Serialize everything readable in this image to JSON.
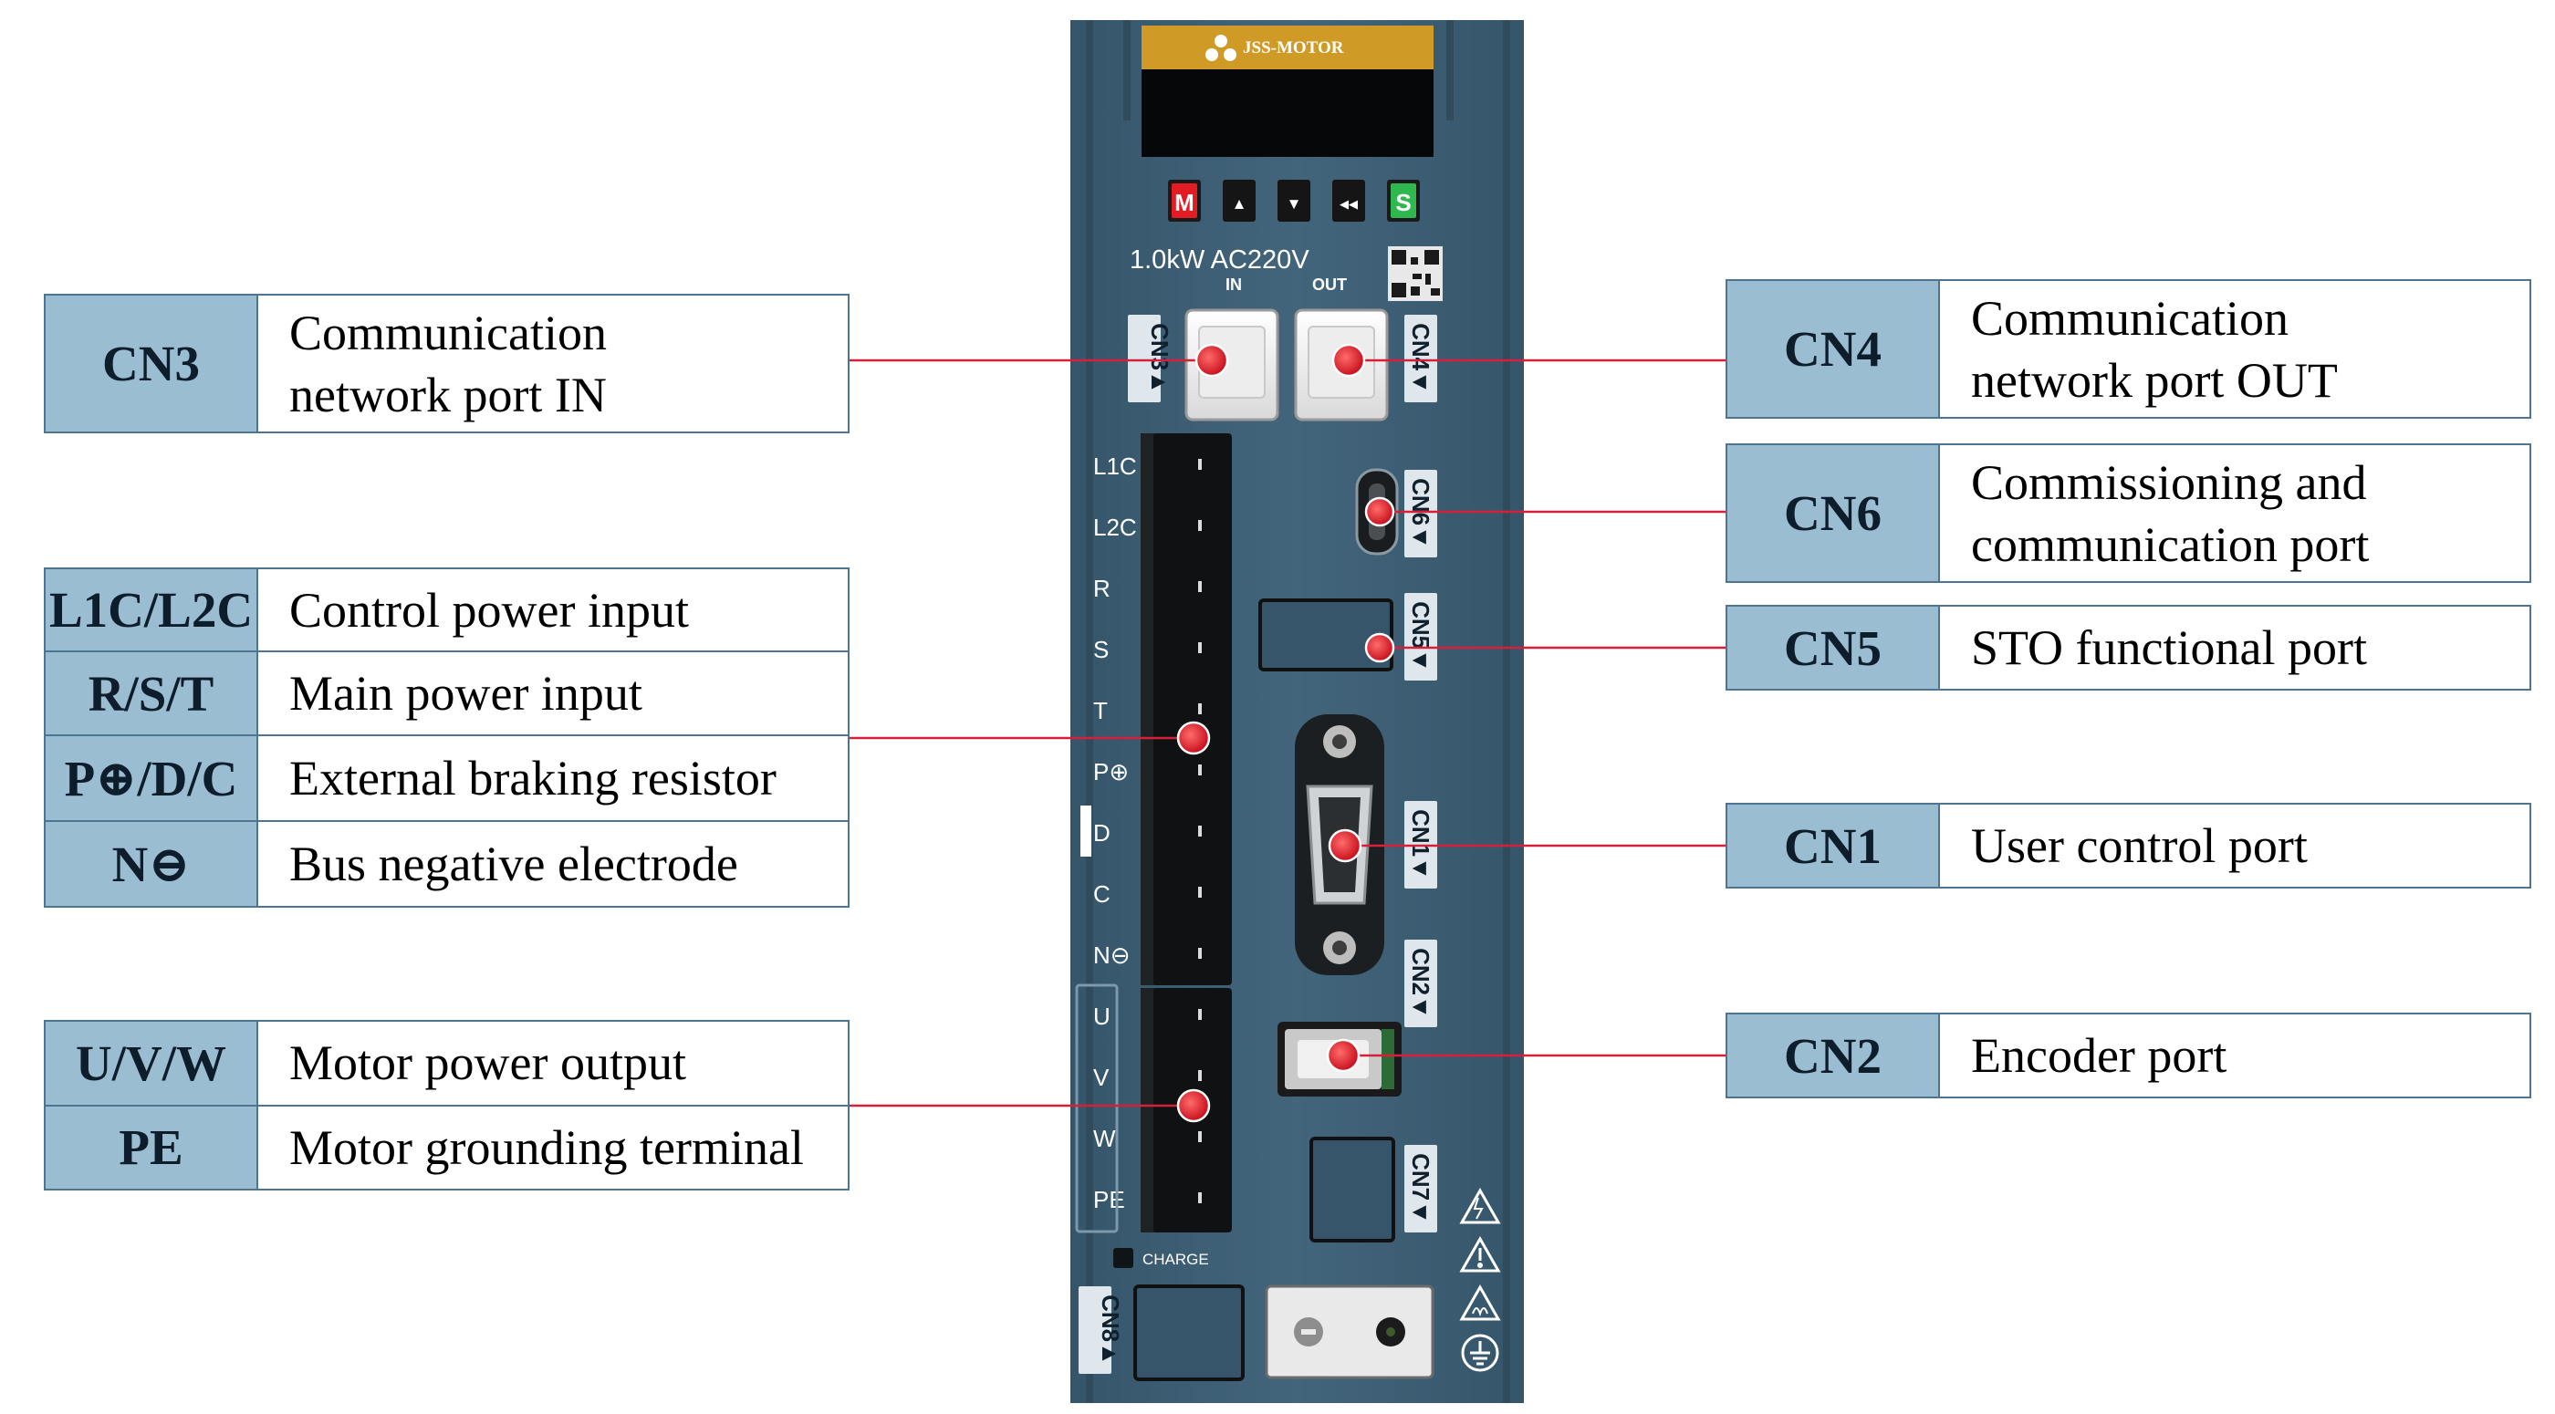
{
  "brand": "JSS-MOTOR",
  "device": {
    "rating": "1.0kW  AC220V",
    "port_in": "IN",
    "port_out": "OUT",
    "charge": "CHARGE",
    "keys": [
      "M",
      "▲",
      "▼",
      "◀◀",
      "S"
    ],
    "terminal_labels": [
      "L1C",
      "L2C",
      "R",
      "S",
      "T",
      "P⊕",
      "D",
      "C",
      "N⊖",
      "U",
      "V",
      "W",
      "PE"
    ],
    "connector_tags": [
      "CN3▲",
      "CN4▼",
      "CN6▼",
      "CN5▼",
      "CN1▼",
      "CN2▼",
      "CN7▼",
      "CN8▲"
    ]
  },
  "left_groups": [
    {
      "rows": [
        {
          "key": "CN3",
          "desc_lines": [
            "Communication",
            "network port IN"
          ]
        }
      ]
    },
    {
      "rows": [
        {
          "key": "L1C/L2C",
          "desc": "Control power input"
        },
        {
          "key": "R/S/T",
          "desc": "Main power input"
        },
        {
          "key": "P⊕/D/C",
          "desc": "External braking resistor"
        },
        {
          "key": "N⊖",
          "desc": "Bus negative electrode"
        }
      ]
    },
    {
      "rows": [
        {
          "key": "U/V/W",
          "desc": "Motor power output"
        },
        {
          "key": "PE",
          "desc": "Motor grounding terminal"
        }
      ]
    }
  ],
  "right_items": [
    {
      "key": "CN4",
      "desc_lines": [
        "Communication",
        "network port OUT"
      ]
    },
    {
      "key": "CN6",
      "desc_lines": [
        "Commissioning and",
        "communication port"
      ]
    },
    {
      "key": "CN5",
      "desc": "STO functional port"
    },
    {
      "key": "CN1",
      "desc": "User control port"
    },
    {
      "key": "CN2",
      "desc": "Encoder port"
    }
  ],
  "colors": {
    "key_cell_bg": "#9bbdd2",
    "table_border": "#4d7491",
    "leader_line": "#d6203a",
    "drive_body": "#3f5f74",
    "brand_bar": "#cf9a26"
  }
}
